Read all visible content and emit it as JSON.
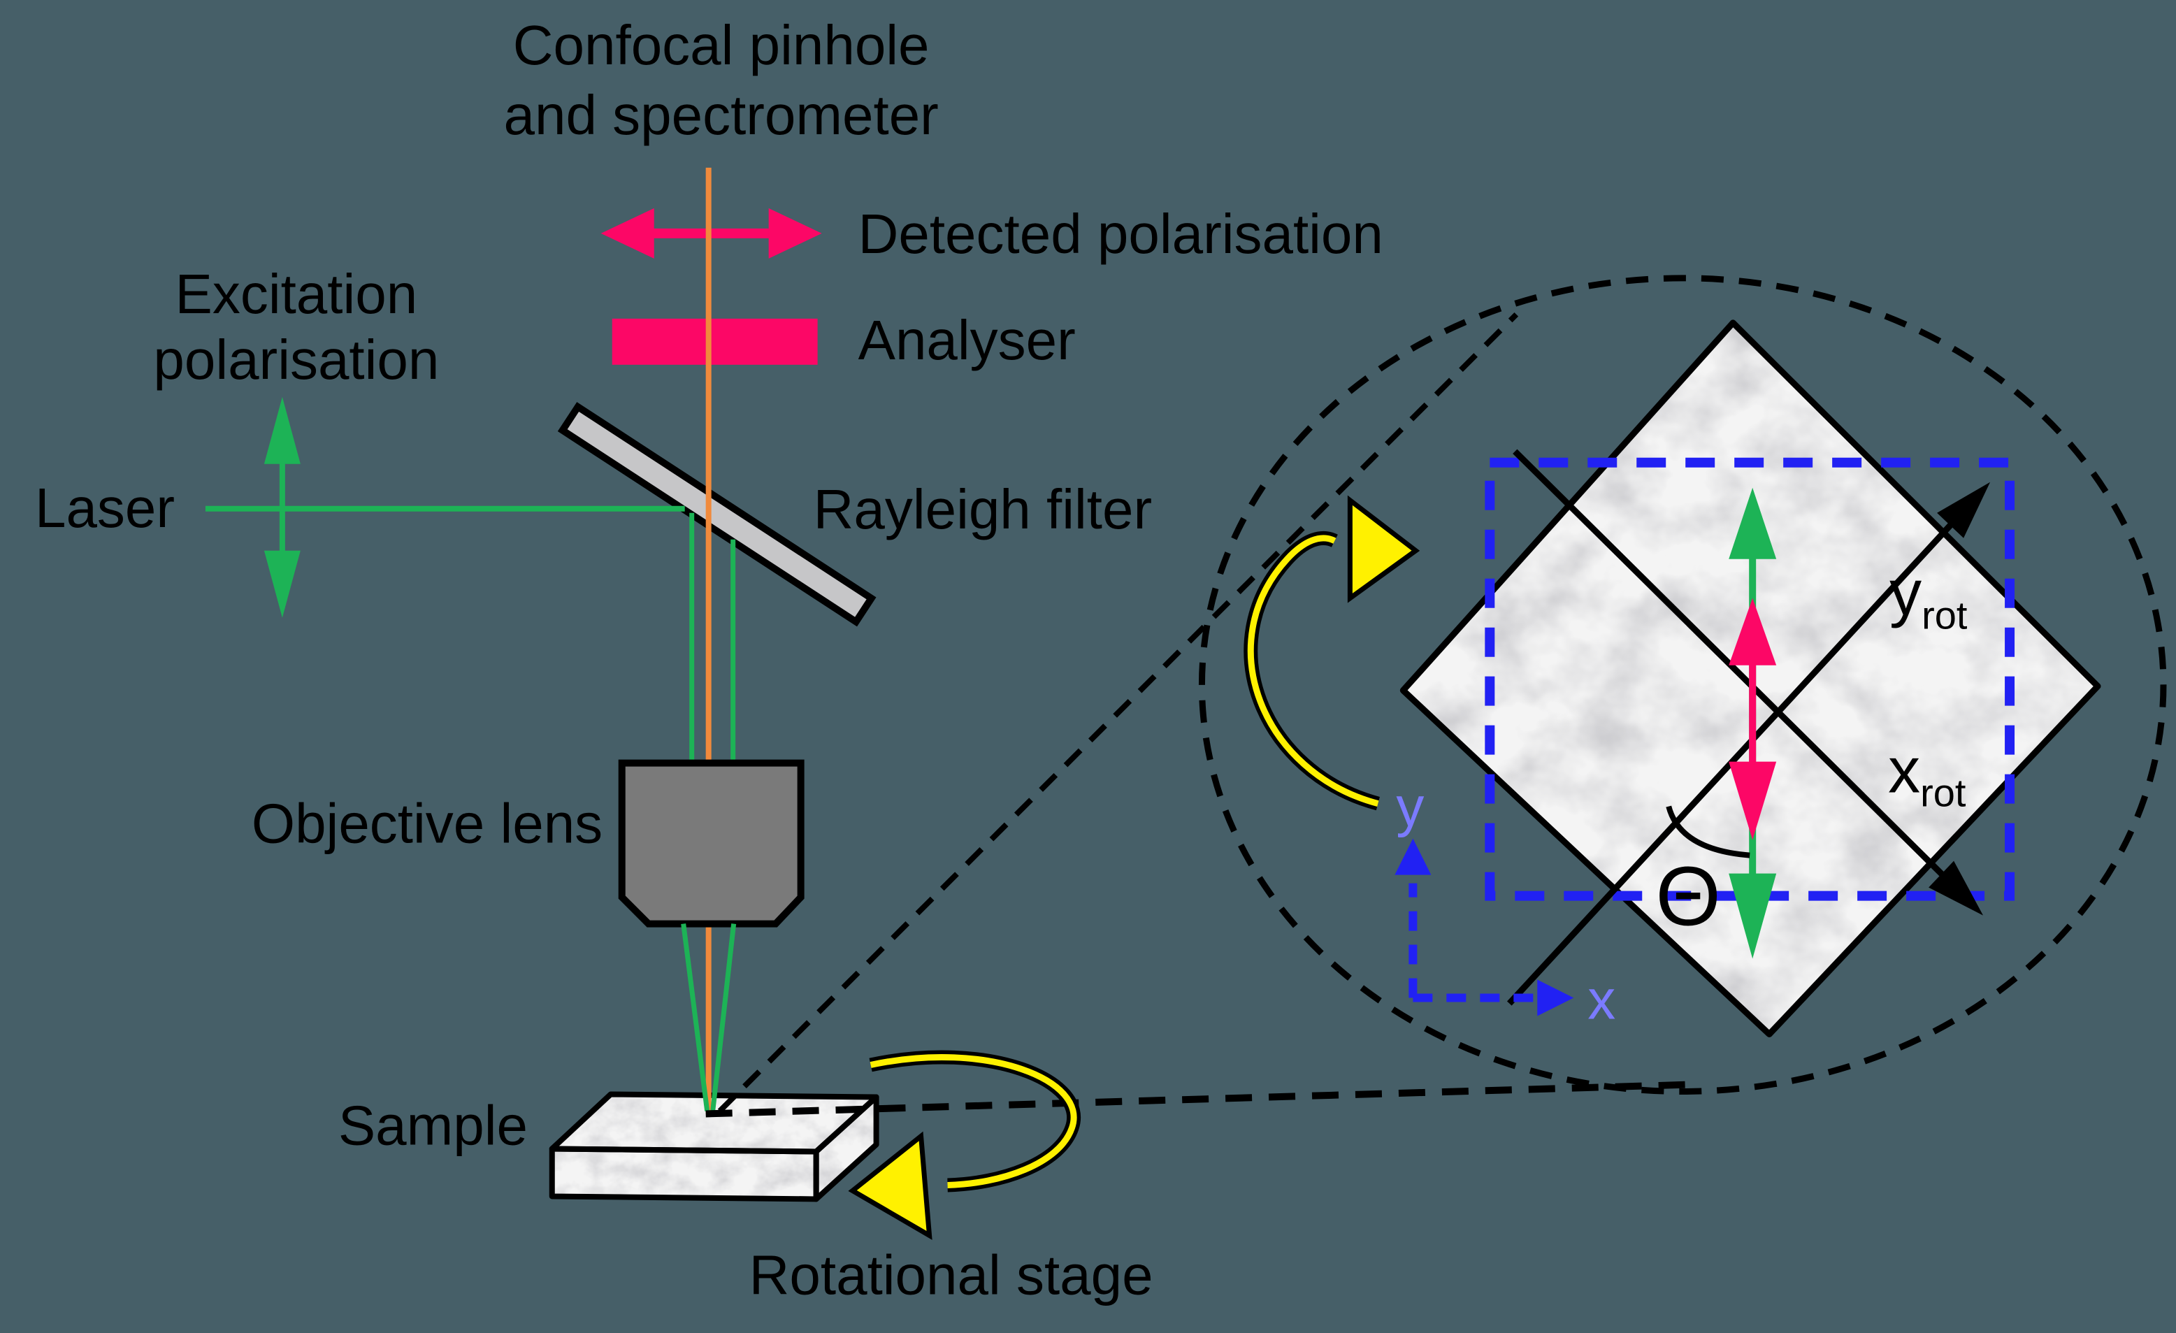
{
  "scene": {
    "background": "#465F68"
  },
  "colors": {
    "green": "#1DB356",
    "pink": "#FC0766",
    "orange": "#F08A3C",
    "yellow": "#FFF100",
    "blue": "#2121F3",
    "blue_label": "#7B7BFF",
    "slab_gray": "#C6C6C8",
    "lens_gray": "#7A7A7A",
    "marble_base": "#F4F4F4",
    "bg": "#465F68"
  },
  "labels": {
    "confocal_line1": "Confocal pinhole",
    "confocal_line2": "and spectrometer",
    "detected_polarisation": "Detected polarisation",
    "analyser": "Analyser",
    "excitation_line1": "Excitation",
    "excitation_line2": "polarisation",
    "laser": "Laser",
    "rayleigh_filter": "Rayleigh filter",
    "objective_lens": "Objective lens",
    "sample": "Sample",
    "rotational_stage": "Rotational stage",
    "theta": "Θ",
    "y_rot_base": "y",
    "x_rot_base": "x",
    "rot_subscript": "rot",
    "axis_x": "x",
    "axis_y": "y"
  }
}
